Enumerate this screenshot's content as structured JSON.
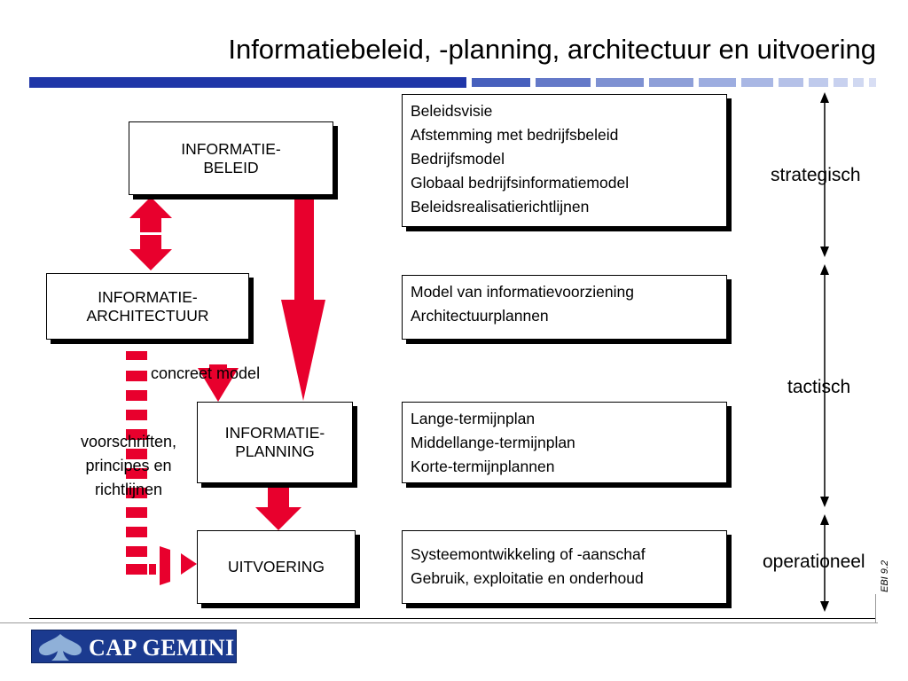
{
  "title": "Informatiebeleid, -planning, architectuur en uitvoering",
  "colors": {
    "accent_red": "#e8002d",
    "band_blue": "#1f36a8",
    "logo_blue": "#1b3a8f"
  },
  "left_boxes": {
    "beleid": [
      "INFORMATIE-",
      "BELEID"
    ],
    "architectuur": [
      "INFORMATIE-",
      "ARCHITECTUUR"
    ],
    "planning": [
      "INFORMATIE-",
      "PLANNING"
    ],
    "uitvoering": [
      "UITVOERING"
    ]
  },
  "right_boxes": {
    "strategic": [
      "Beleidsvisie",
      "Afstemming met bedrijfsbeleid",
      "Bedrijfsmodel",
      "Globaal bedrijfsinformatiemodel",
      "Beleidsrealisatierichtlijnen"
    ],
    "tactical": [
      "Model van informatievoorziening",
      "Architectuurplannen"
    ],
    "planning": [
      "Lange-termijnplan",
      "Middellange-termijnplan",
      "Korte-termijnplannen"
    ],
    "operational": [
      "Systeemontwikkeling of -aanschaf",
      "Gebruik, exploitatie en onderhoud"
    ]
  },
  "annotations": {
    "concrete_model": "concreet model",
    "rules": [
      "voorschriften,",
      "principes en",
      "richtlijnen"
    ]
  },
  "levels": {
    "strategic": "strategisch",
    "tactical": "tactisch",
    "operational": "operationeel"
  },
  "footer": {
    "code": "EBI 9.2",
    "logo": "CAP GEMINI"
  }
}
